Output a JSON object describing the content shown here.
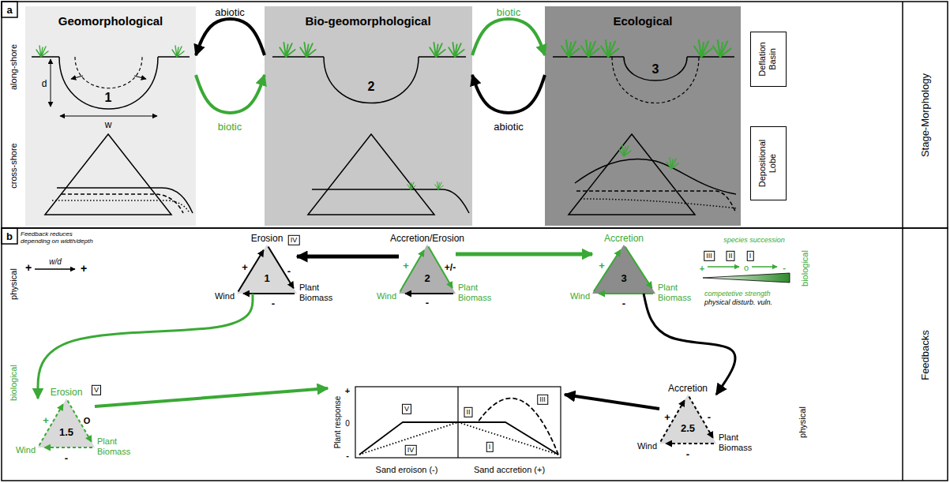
{
  "diagram": {
    "nodes": [
      {
        "text": [
          "Geomorphological",
          "1"
        ]
      },
      {
        "text": [
          "Bio-geomorphological",
          "2"
        ]
      },
      {
        "text": [
          "Ecological",
          "3"
        ]
      },
      {
        "text": [
          "Deflation Basin"
        ]
      },
      {
        "text": [
          "Depositional Lobe"
        ]
      },
      {
        "text": [
          "1",
          "Erosion",
          "Plant Biomass",
          "Wind"
        ]
      },
      {
        "text": [
          "2",
          "Accretion/Erosion",
          "Plant Biomass",
          "Wind"
        ]
      },
      {
        "text": [
          "3",
          "Accretion",
          "Plant Biomass",
          "Wind"
        ]
      },
      {
        "text": [
          "1.5",
          "Erosion",
          "Plant Biomass",
          "Wind"
        ]
      },
      {
        "text": [
          "V",
          "IV",
          "II",
          "III",
          "I"
        ]
      },
      {
        "text": [
          "2.5",
          "Accretion",
          "Plant Biomass",
          "Wind"
        ]
      }
    ],
    "edges": [
      {
        "from": 1,
        "to": 0,
        "label": "abiotic",
        "arrow": "to"
      },
      {
        "from": 0,
        "to": 1,
        "label": "biotic",
        "arrow": "to"
      },
      {
        "from": 1,
        "to": 2,
        "label": "biotic",
        "arrow": "to"
      },
      {
        "from": 2,
        "to": 1,
        "label": "abiotic",
        "arrow": "to"
      },
      {
        "from": 6,
        "to": 5,
        "arrow": "to"
      },
      {
        "from": 6,
        "to": 7,
        "arrow": "to"
      },
      {
        "from": 5,
        "to": 8,
        "arrow": "to"
      },
      {
        "from": 8,
        "to": 9,
        "arrow": "to"
      },
      {
        "from": 7,
        "to": 10,
        "arrow": "to"
      },
      {
        "from": 10,
        "to": 9,
        "arrow": "to"
      }
    ],
    "labels": [
      "a",
      "along-shore",
      "cross-shore",
      "d",
      "w",
      "Stage-Morphology",
      "b",
      "Feedback reduces depending on width/depth",
      "+",
      "w/d",
      "+",
      "physical",
      "+",
      "-",
      "-",
      "IV",
      "+",
      "+/-",
      "-",
      "+",
      "-",
      "III",
      "II",
      "I",
      "species succession",
      "+",
      "o",
      "-",
      "competetive strength",
      "physical disturb. vuln.",
      "biological",
      "biological",
      "+",
      "O",
      "-",
      "V",
      "Plant response",
      "+",
      "0",
      "-",
      "Sand eroison (-)",
      "Sand accretion (+)",
      "+",
      "-",
      "-",
      "physical",
      "Feedbacks"
    ]
  }
}
